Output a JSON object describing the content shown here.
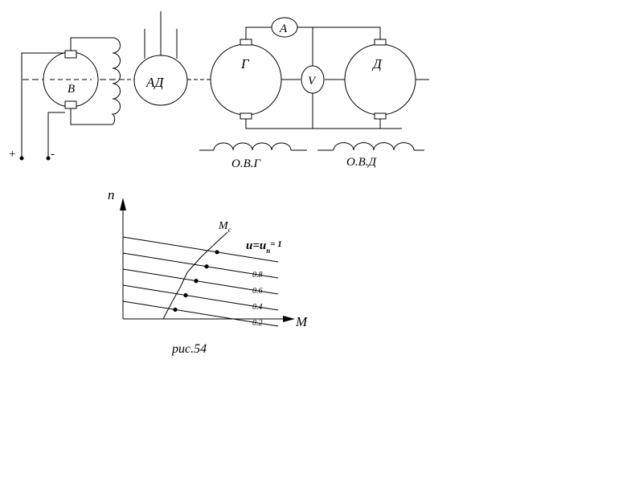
{
  "circuit": {
    "exciter_label": "В",
    "induction_motor_label": "АД",
    "generator_label": "Г",
    "motor_label": "Д",
    "ammeter_label": "А",
    "voltmeter_label": "V",
    "plus_label": "+",
    "minus_label": "-",
    "gen_field_label": "О.В.Г",
    "motor_field_label": "О.В.Д"
  },
  "chart_data": {
    "type": "line",
    "xlabel": "M",
    "ylabel": "n",
    "load_curve_label": "M",
    "load_curve_subscript": "c",
    "series": [
      {
        "name": "u=u",
        "name_subscript": "n",
        "name_suffix": "= 1",
        "level": 1.0
      },
      {
        "name": "0.8",
        "level": 0.8
      },
      {
        "name": "0.6",
        "level": 0.6
      },
      {
        "name": "0.4",
        "level": 0.4
      },
      {
        "name": "0.2",
        "level": 0.2
      }
    ]
  },
  "caption": "рис.54"
}
